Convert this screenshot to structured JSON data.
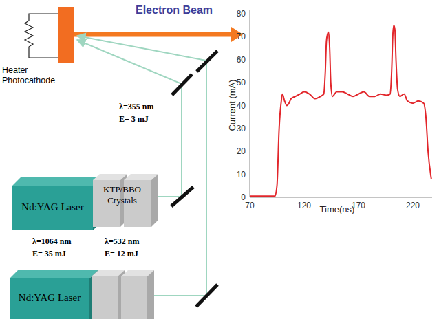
{
  "diagram": {
    "nodes": [
      {
        "text": [
          "Nd:YAG Laser"
        ]
      },
      {
        "text": [
          "KTP/BBO Crystals"
        ]
      },
      {
        "text": [
          "Nd:YAG Laser"
        ]
      }
    ],
    "labels": [
      "Electron Beam",
      "Heater Photocathode",
      "λ=355 nm E= 3 mJ",
      "λ=1064 nm E= 35 mJ",
      "λ=532 nm E= 12 mJ",
      "Current (mA)",
      "Time(ns)",
      "80",
      "70",
      "60",
      "50",
      "40",
      "30",
      "20",
      "10",
      "0",
      "70",
      "120",
      "170",
      "220"
    ]
  }
}
